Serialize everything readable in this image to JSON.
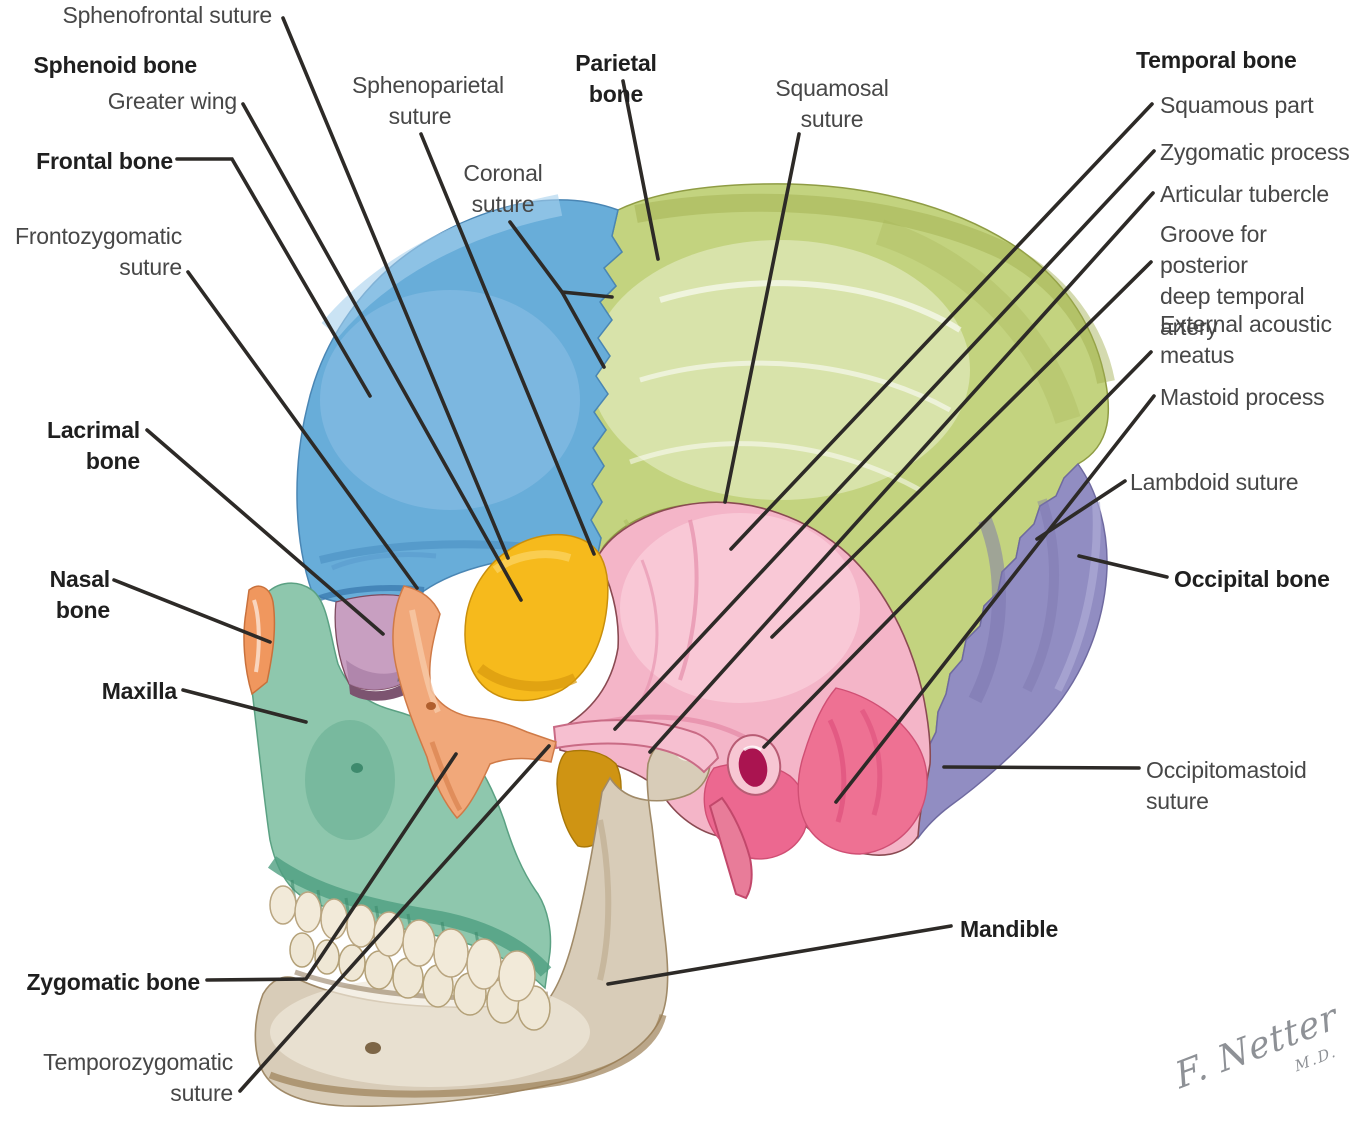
{
  "figure": {
    "labels": {
      "sphenofrontal_suture": "Sphenofrontal suture",
      "sphenoid_bone": "Sphenoid bone",
      "greater_wing": "Greater wing",
      "frontal_bone": "Frontal bone",
      "frontozygomatic_suture": "Frontozygomatic\nsuture",
      "lacrimal_bone": "Lacrimal bone",
      "nasal_bone": "Nasal bone",
      "maxilla": "Maxilla",
      "zygomatic_bone": "Zygomatic bone",
      "temporozygomatic_suture": "Temporozygomatic\nsuture",
      "sphenoparietal_suture": "Sphenoparietal\nsuture",
      "coronal_suture": "Coronal\nsuture",
      "parietal_bone": "Parietal bone",
      "squamosal_suture": "Squamosal\nsuture",
      "temporal_bone": "Temporal bone",
      "squamous_part": "Squamous part",
      "zygomatic_process": "Zygomatic process",
      "articular_tubercle": "Articular tubercle",
      "groove_for_posterior_deep_temporal_artery": "Groove for posterior\ndeep temporal artery",
      "external_acoustic_meatus": "External acoustic\nmeatus",
      "mastoid_process": "Mastoid process",
      "lambdoid_suture": "Lambdoid suture",
      "occipital_bone": "Occipital bone",
      "occipitomastoid_suture": "Occipitomastoid\nsuture",
      "mandible": "Mandible"
    },
    "signature": {
      "artist": "F. Netter",
      "credentials": "M.D."
    },
    "colors": {
      "frontal": "#68add9",
      "parietal": "#c3d37f",
      "occipital": "#918dc2",
      "temporal_squamous": "#f4b5c8",
      "temporal_mastoid": "#ee7193",
      "tympanic": "#ec6890",
      "meatus_hole": "#aa1450",
      "sphenoid": "#f6ba1c",
      "infratemporal": "#cf9413",
      "zygomatic": "#f1a87a",
      "maxilla": "#8ec7ad",
      "nasal": "#f0975e",
      "lacrimal": "#c89fc1",
      "orbital_fissure": "#97959d",
      "mandible": "#d8ccb8",
      "teeth": "#efe7d5",
      "leader_line": "#2d2a27"
    }
  }
}
